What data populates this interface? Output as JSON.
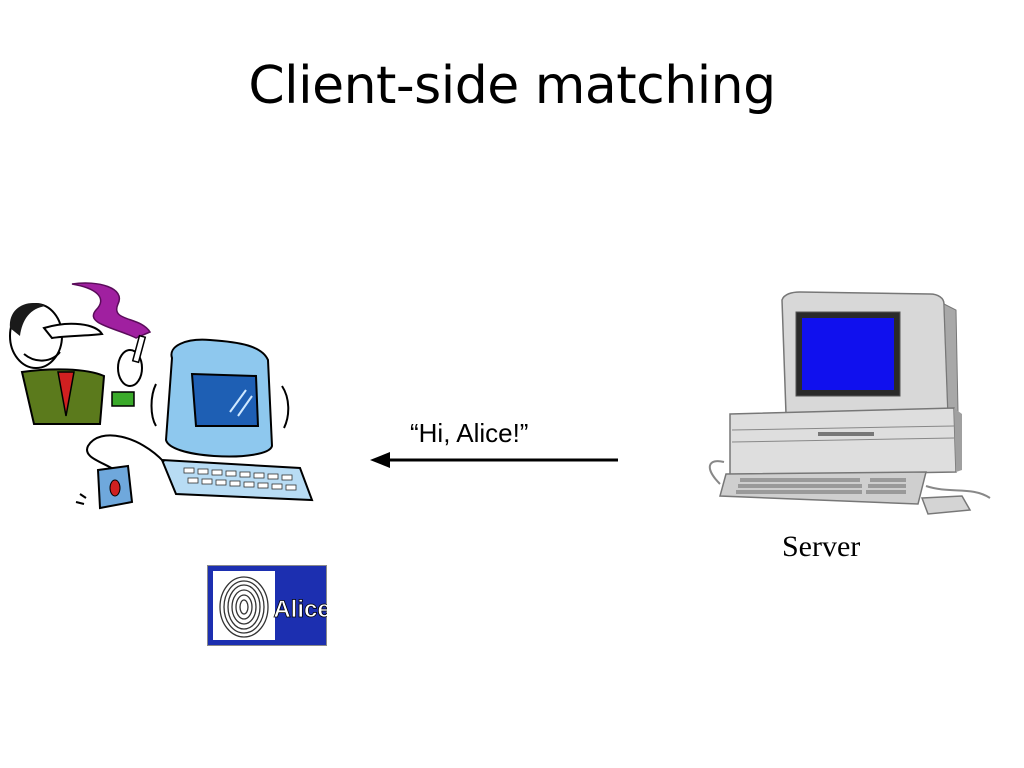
{
  "slide": {
    "title": "Client-side matching"
  },
  "diagram": {
    "message": "“Hi, Alice!”",
    "server_label": "Server",
    "fingerprint_badge_name": "Alice"
  },
  "colors": {
    "screen_blue": "#1010ee",
    "client_monitor": "#8ec8ee",
    "badge_blue": "#1c2fb0",
    "smoke_purple": "#a020a0"
  }
}
